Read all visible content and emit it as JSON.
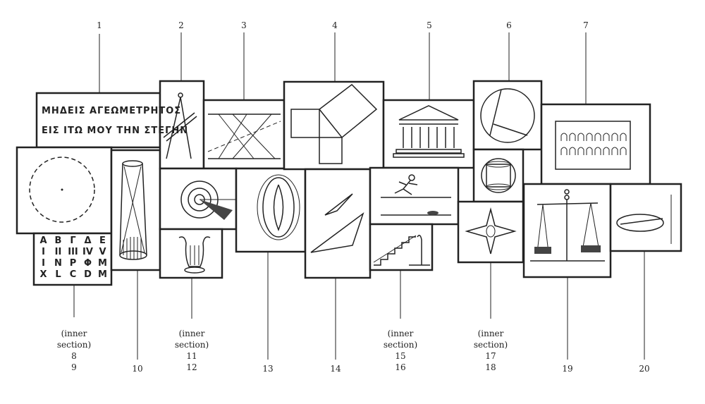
{
  "labels": {
    "n1": "1",
    "n2": "2",
    "n3": "3",
    "n4": "4",
    "n5": "5",
    "n6": "6",
    "n7": "7",
    "n10": "10",
    "n13": "13",
    "n14": "14",
    "n19": "19",
    "n20": "20",
    "inner_a": [
      "(inner",
      "section)",
      "8",
      "9"
    ],
    "inner_b": [
      "(inner",
      "section)",
      "11",
      "12"
    ],
    "inner_c": [
      "(inner",
      "section)",
      "15",
      "16"
    ],
    "inner_d": [
      "(inner",
      "section)",
      "17",
      "18"
    ]
  },
  "inscription": {
    "line1": "ΜΗΔΕΙΣ ΑΓΕΩΜΕΤΡΗΤΟΣ",
    "line2": "ΕΙΣ ΙΤΩ ΜΟΥ ΤΗΝ ΣΤΕΓΗΝ"
  },
  "numerals": [
    [
      "Α",
      "Β",
      "Γ",
      "Δ",
      "Ε"
    ],
    [
      "I",
      "II",
      "III",
      "IV",
      "V"
    ],
    [
      "Ι",
      "Ν",
      "Ρ",
      "Φ",
      "Μ"
    ],
    [
      "X",
      "L",
      "C",
      "D",
      "M"
    ]
  ]
}
